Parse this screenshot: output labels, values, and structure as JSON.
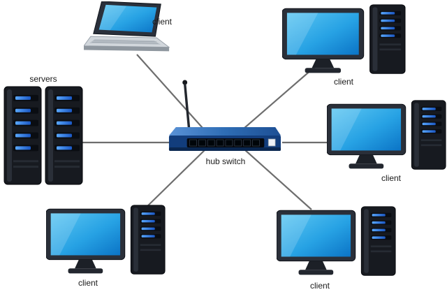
{
  "diagram": {
    "type": "network-topology-star",
    "nodes": {
      "laptop": {
        "label": "client",
        "kind": "laptop"
      },
      "servers": {
        "label": "servers",
        "kind": "server-towers"
      },
      "client_top_right": {
        "label": "client",
        "kind": "desktop"
      },
      "client_right": {
        "label": "client",
        "kind": "desktop"
      },
      "client_bottom_left": {
        "label": "client",
        "kind": "desktop"
      },
      "client_bottom_right": {
        "label": "client",
        "kind": "desktop"
      },
      "hub": {
        "label": "hub switch",
        "kind": "switch"
      }
    },
    "edges": [
      {
        "from": "hub",
        "to": "laptop"
      },
      {
        "from": "hub",
        "to": "servers"
      },
      {
        "from": "hub",
        "to": "client_top_right"
      },
      {
        "from": "hub",
        "to": "client_right"
      },
      {
        "from": "hub",
        "to": "client_bottom_left"
      },
      {
        "from": "hub",
        "to": "client_bottom_right"
      }
    ],
    "colors": {
      "background": "#ffffff",
      "wire_gray": "#6e6e6e",
      "screen_blue": "#2da8e8",
      "tower_black": "#171a20",
      "led_blue": "#2e7fe0",
      "hub_blue": "#1d4f94",
      "label_black": "#1a1a1a"
    }
  }
}
